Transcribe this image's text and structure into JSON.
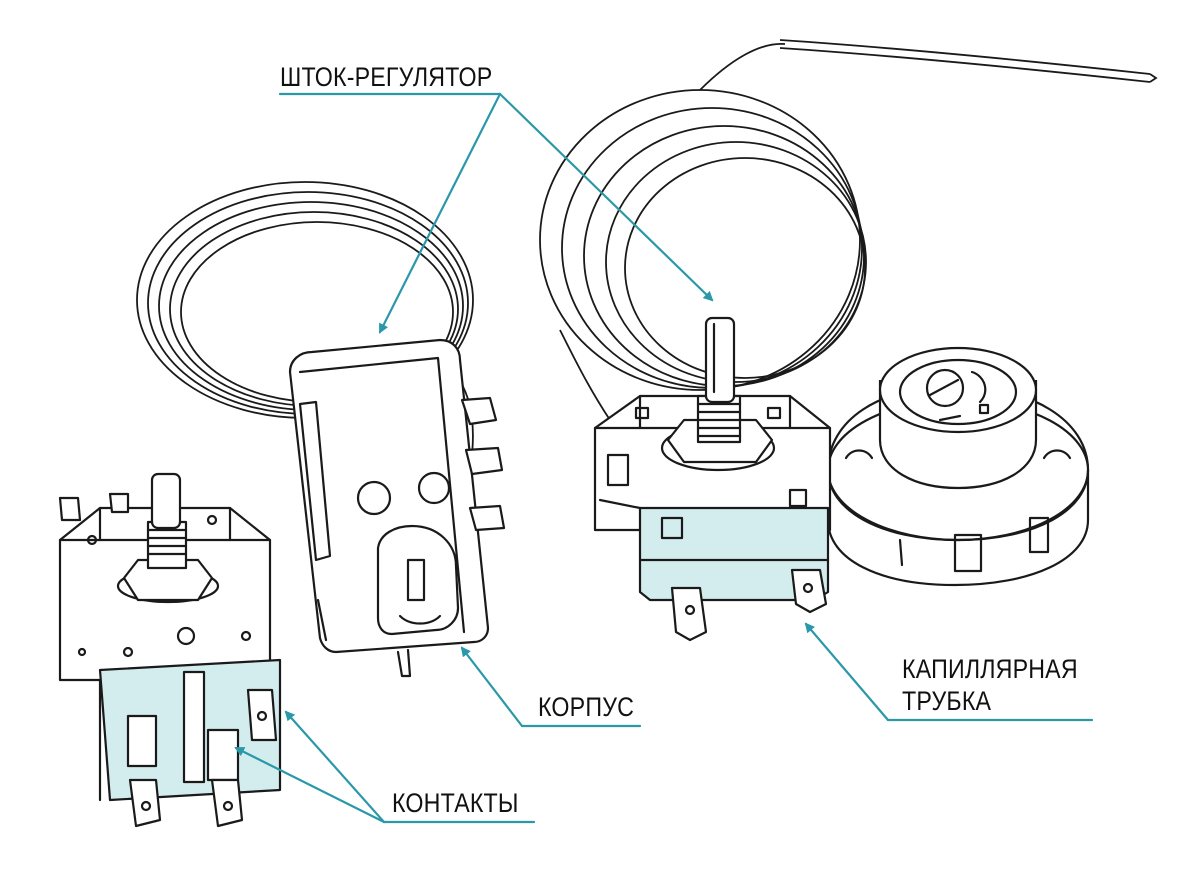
{
  "colors": {
    "accent": "#2a98a8",
    "tint": "#d3ecee",
    "ink": "#1a1a1a"
  },
  "labels": {
    "stem": "ШТОК-РЕГУЛЯТОР",
    "housing": "КОРПУС",
    "capillary_line1": "КАПИЛЛЯРНАЯ",
    "capillary_line2": "ТРУБКА",
    "contacts": "КОНТАКТЫ"
  }
}
